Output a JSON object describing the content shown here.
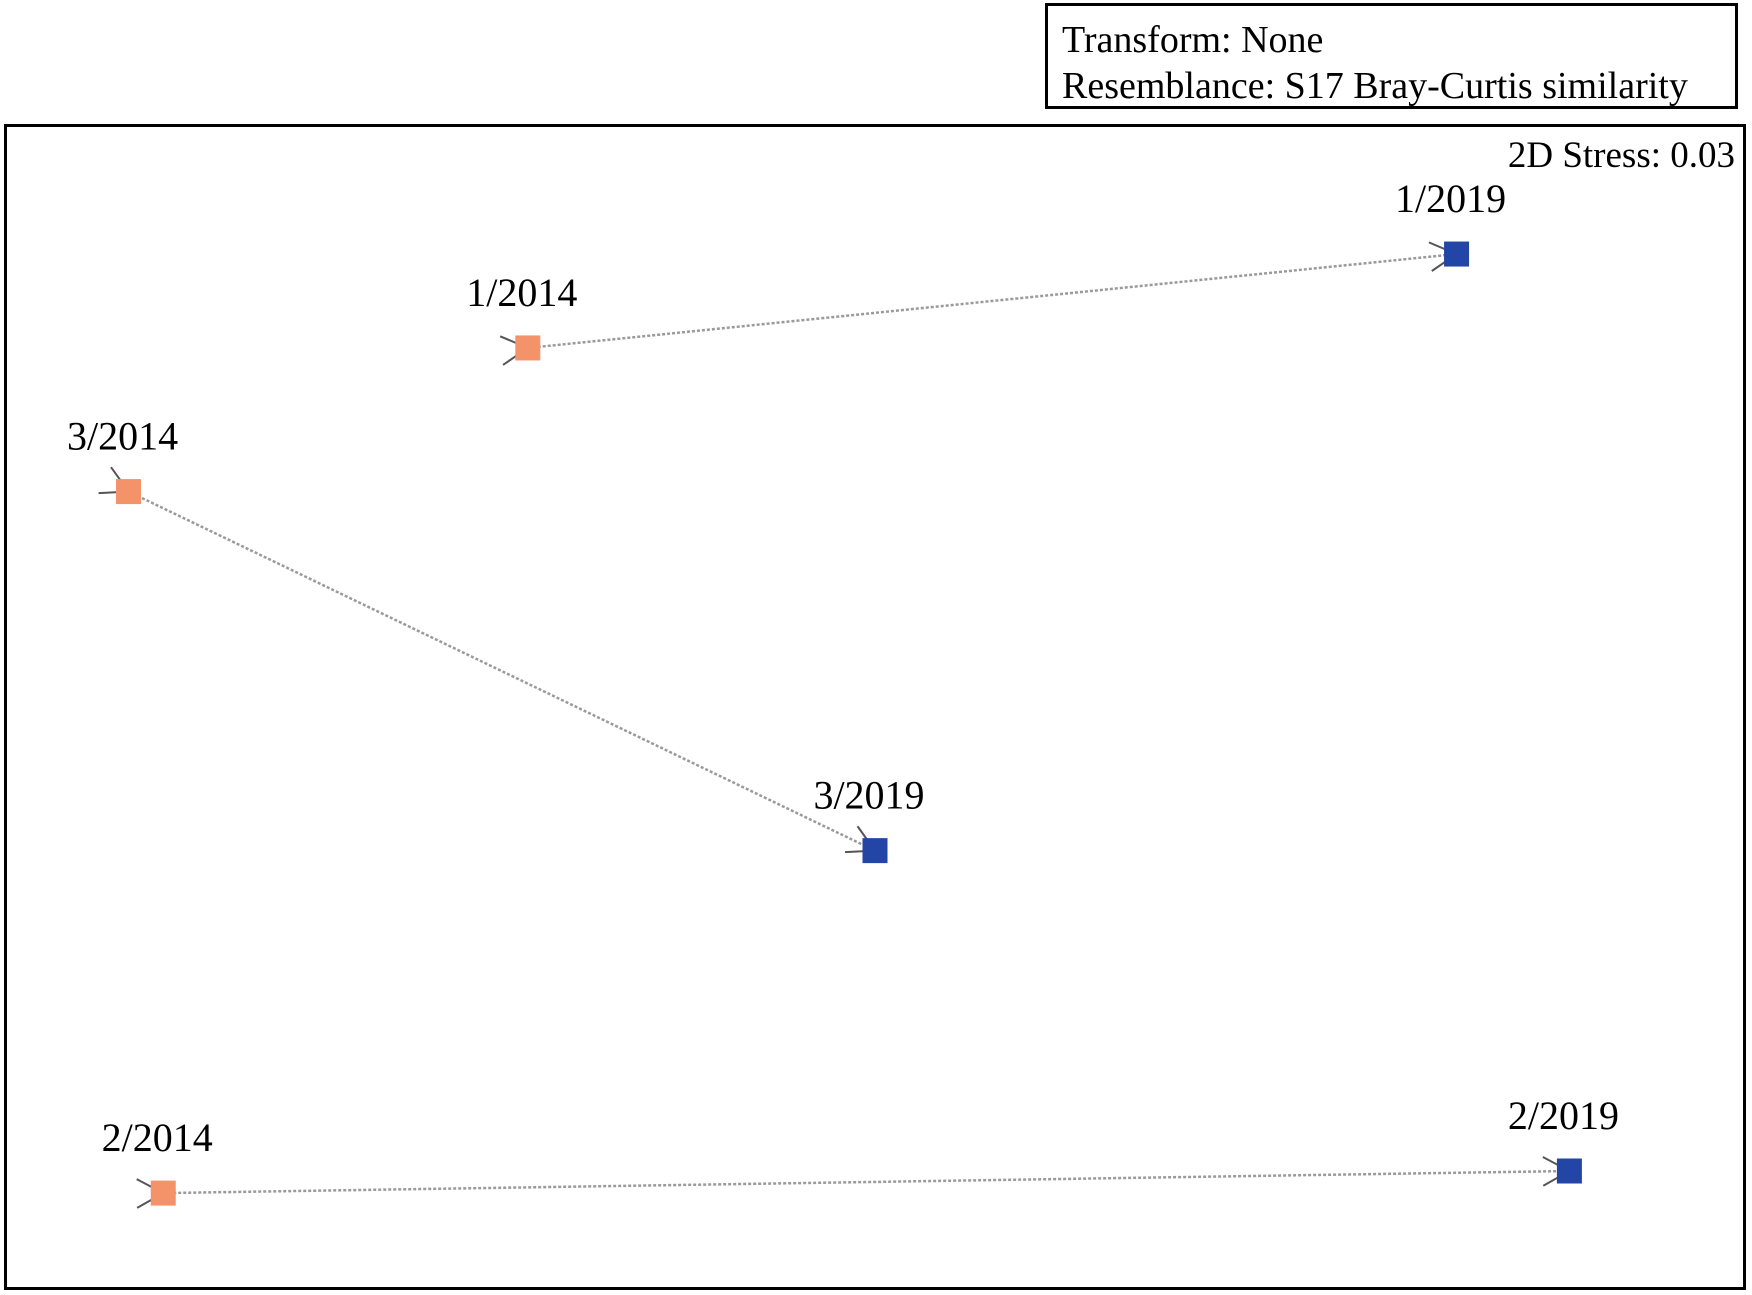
{
  "info": {
    "transform": "Transform: None",
    "resemblance": "Resemblance: S17 Bray-Curtis similarity"
  },
  "chart_data": {
    "type": "scatter",
    "stress_label": "2D Stress: 0.03",
    "colors": {
      "2014": "#F4936A",
      "2019": "#2346A6",
      "trajectory": "#9a9a9a"
    },
    "points": [
      {
        "label": "1/2014",
        "year": "2014",
        "x": -0.5,
        "y": 0.6
      },
      {
        "label": "2/2014",
        "year": "2014",
        "x": -0.92,
        "y": -0.93
      },
      {
        "label": "3/2014",
        "year": "2014",
        "x": -0.96,
        "y": 0.34
      },
      {
        "label": "1/2019",
        "year": "2019",
        "x": 0.57,
        "y": 0.77
      },
      {
        "label": "2/2019",
        "year": "2019",
        "x": 0.7,
        "y": -0.89
      },
      {
        "label": "3/2019",
        "year": "2019",
        "x": -0.1,
        "y": -0.31
      }
    ],
    "trajectories": [
      {
        "from": "1/2014",
        "to": "1/2019"
      },
      {
        "from": "3/2014",
        "to": "3/2019"
      },
      {
        "from": "2/2014",
        "to": "2/2019"
      }
    ],
    "xlim": [
      -1.1,
      0.9
    ],
    "ylim": [
      -1.1,
      1.0
    ],
    "grid": false
  }
}
